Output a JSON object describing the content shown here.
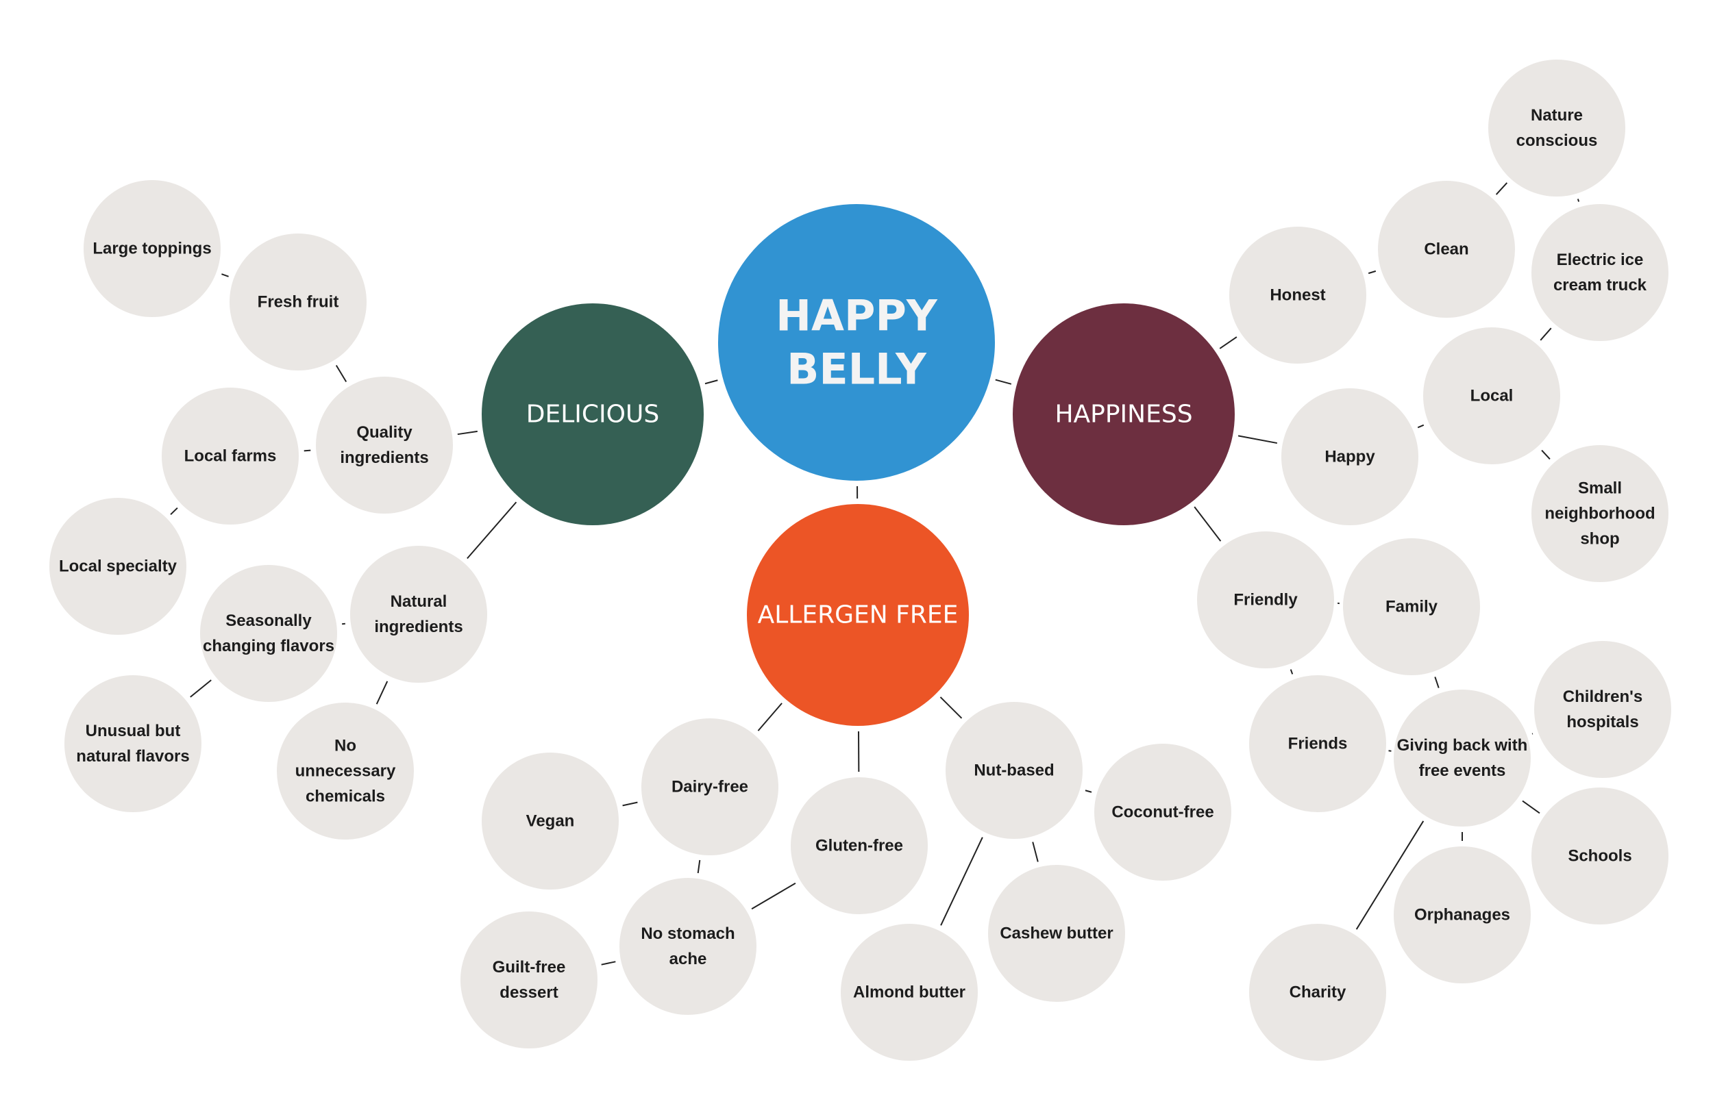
{
  "center": {
    "lines": [
      "HAPPY",
      "BELLY"
    ],
    "color": "#3193d2"
  },
  "hubs": [
    {
      "id": "delicious",
      "label": "DELICIOUS",
      "color": "#356054"
    },
    {
      "id": "happiness",
      "label": "HAPPINESS",
      "color": "#6d2f40"
    },
    {
      "id": "allergen",
      "label": "ALLERGEN FREE",
      "color": "#ec5526"
    }
  ],
  "leaf_color": "#eae7e4",
  "leaves": [
    {
      "id": "large-toppings",
      "lines": [
        "Large toppings"
      ]
    },
    {
      "id": "fresh-fruit",
      "lines": [
        "Fresh fruit"
      ]
    },
    {
      "id": "quality-ingredients",
      "lines": [
        "Quality",
        "ingredients"
      ]
    },
    {
      "id": "local-farms",
      "lines": [
        "Local farms"
      ]
    },
    {
      "id": "local-specialty",
      "lines": [
        "Local specialty"
      ]
    },
    {
      "id": "natural-ingredients",
      "lines": [
        "Natural",
        "ingredients"
      ]
    },
    {
      "id": "seasonally-changing",
      "lines": [
        "Seasonally",
        "changing flavors"
      ]
    },
    {
      "id": "unusual-natural",
      "lines": [
        "Unusual but",
        "natural flavors"
      ]
    },
    {
      "id": "no-chemicals",
      "lines": [
        "No",
        "unnecessary",
        "chemicals"
      ]
    },
    {
      "id": "nature-conscious",
      "lines": [
        "Nature",
        "conscious"
      ]
    },
    {
      "id": "clean",
      "lines": [
        "Clean"
      ]
    },
    {
      "id": "electric-truck",
      "lines": [
        "Electric ice",
        "cream truck"
      ]
    },
    {
      "id": "honest",
      "lines": [
        "Honest"
      ]
    },
    {
      "id": "local",
      "lines": [
        "Local"
      ]
    },
    {
      "id": "happy",
      "lines": [
        "Happy"
      ]
    },
    {
      "id": "small-shop",
      "lines": [
        "Small",
        "neighborhood",
        "shop"
      ]
    },
    {
      "id": "friendly",
      "lines": [
        "Friendly"
      ]
    },
    {
      "id": "family",
      "lines": [
        "Family"
      ]
    },
    {
      "id": "childrens-hospitals",
      "lines": [
        "Children's",
        "hospitals"
      ]
    },
    {
      "id": "friends",
      "lines": [
        "Friends"
      ]
    },
    {
      "id": "giving-back",
      "lines": [
        "Giving back with",
        "free events"
      ]
    },
    {
      "id": "schools",
      "lines": [
        "Schools"
      ]
    },
    {
      "id": "orphanages",
      "lines": [
        "Orphanages"
      ]
    },
    {
      "id": "charity",
      "lines": [
        "Charity"
      ]
    },
    {
      "id": "dairy-free",
      "lines": [
        "Dairy-free"
      ]
    },
    {
      "id": "vegan",
      "lines": [
        "Vegan"
      ]
    },
    {
      "id": "gluten-free",
      "lines": [
        "Gluten-free"
      ]
    },
    {
      "id": "nut-based",
      "lines": [
        "Nut-based"
      ]
    },
    {
      "id": "coconut-free",
      "lines": [
        "Coconut-free"
      ]
    },
    {
      "id": "no-stomach-ache",
      "lines": [
        "No stomach",
        "ache"
      ]
    },
    {
      "id": "guilt-free",
      "lines": [
        "Guilt-free",
        "dessert"
      ]
    },
    {
      "id": "cashew-butter",
      "lines": [
        "Cashew butter"
      ]
    },
    {
      "id": "almond-butter",
      "lines": [
        "Almond butter"
      ]
    }
  ],
  "edges": [
    [
      "center",
      "delicious"
    ],
    [
      "center",
      "happiness"
    ],
    [
      "center",
      "allergen"
    ],
    [
      "delicious",
      "quality-ingredients"
    ],
    [
      "delicious",
      "natural-ingredients"
    ],
    [
      "quality-ingredients",
      "fresh-fruit"
    ],
    [
      "fresh-fruit",
      "large-toppings"
    ],
    [
      "quality-ingredients",
      "local-farms"
    ],
    [
      "local-farms",
      "local-specialty"
    ],
    [
      "natural-ingredients",
      "seasonally-changing"
    ],
    [
      "seasonally-changing",
      "unusual-natural"
    ],
    [
      "natural-ingredients",
      "no-chemicals"
    ],
    [
      "happiness",
      "honest"
    ],
    [
      "honest",
      "clean"
    ],
    [
      "clean",
      "nature-conscious"
    ],
    [
      "nature-conscious",
      "electric-truck"
    ],
    [
      "electric-truck",
      "local"
    ],
    [
      "happiness",
      "happy"
    ],
    [
      "happy",
      "local"
    ],
    [
      "local",
      "small-shop"
    ],
    [
      "happiness",
      "friendly"
    ],
    [
      "friendly",
      "family"
    ],
    [
      "friendly",
      "friends"
    ],
    [
      "family",
      "giving-back"
    ],
    [
      "giving-back",
      "childrens-hospitals"
    ],
    [
      "giving-back",
      "schools"
    ],
    [
      "giving-back",
      "orphanages"
    ],
    [
      "giving-back",
      "charity"
    ],
    [
      "friends",
      "giving-back"
    ],
    [
      "allergen",
      "dairy-free"
    ],
    [
      "allergen",
      "gluten-free"
    ],
    [
      "allergen",
      "nut-based"
    ],
    [
      "dairy-free",
      "vegan"
    ],
    [
      "dairy-free",
      "no-stomach-ache"
    ],
    [
      "gluten-free",
      "no-stomach-ache"
    ],
    [
      "no-stomach-ache",
      "guilt-free"
    ],
    [
      "nut-based",
      "coconut-free"
    ],
    [
      "nut-based",
      "cashew-butter"
    ],
    [
      "nut-based",
      "almond-butter"
    ]
  ]
}
